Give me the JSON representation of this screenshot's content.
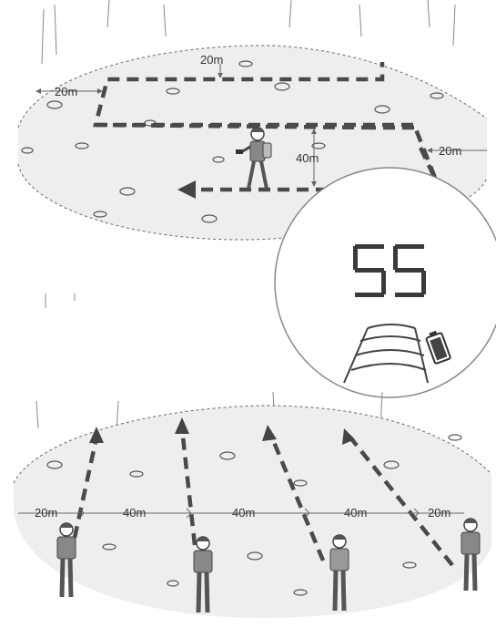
{
  "top_panel": {
    "label_top": "20m",
    "label_left": "20m",
    "label_right": "20m",
    "label_spacing": "40m"
  },
  "display": {
    "reading": "55"
  },
  "bottom_panel": {
    "label_left": "20m",
    "label_gap1": "40m",
    "label_gap2": "40m",
    "label_gap3": "40m",
    "label_right": "20m"
  },
  "icons": [
    "walker-icon",
    "signal-icon",
    "battery-icon",
    "arrow-icon"
  ]
}
